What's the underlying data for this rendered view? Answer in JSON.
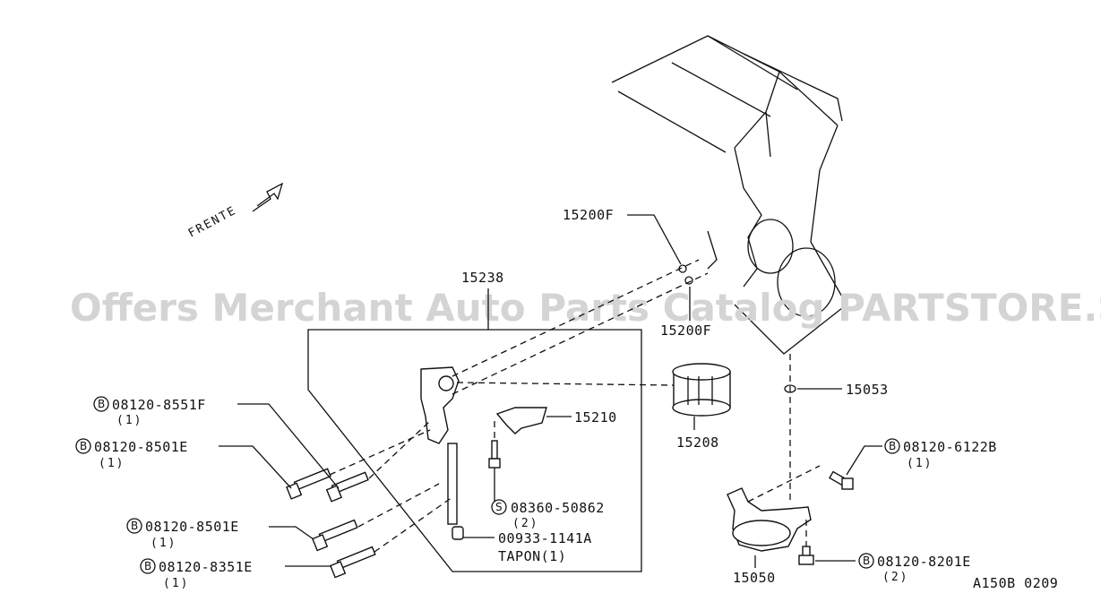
{
  "watermark": "Offers Merchant Auto Parts Catalog PARTSTORE.SA",
  "direction_label": "FRENTE",
  "diagram_code": "A150B 0209",
  "labels": {
    "p15238": "15238",
    "p15200f_top": "15200F",
    "p15200f_bottom": "15200F",
    "p15053": "15053",
    "p15210": "15210",
    "p15208": "15208",
    "p15050": "15050",
    "b1_code": "08120-8551F",
    "b1_qty": "(1)",
    "b2_code": "08120-8501E",
    "b2_qty": "(1)",
    "b3_code": "08120-8501E",
    "b3_qty": "(1)",
    "b4_code": "08120-8351E",
    "b4_qty": "(1)",
    "s1_code": "08360-50862",
    "s1_qty": "(2)",
    "tap_code": "00933-1141A",
    "tap_name": "TAPON(1)",
    "b5_code": "08120-6122B",
    "b5_qty": "(1)",
    "b6_code": "08120-8201E",
    "b6_qty": "(2)",
    "circle_b": "B",
    "circle_s": "S"
  }
}
